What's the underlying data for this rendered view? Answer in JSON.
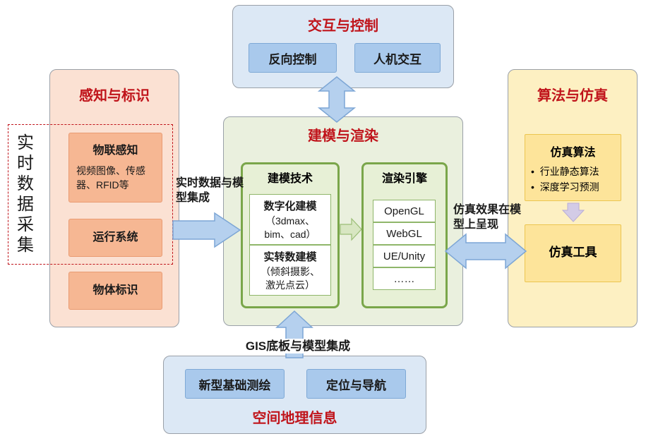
{
  "interaction": {
    "title": "交互与控制",
    "items": [
      "反向控制",
      "人机交互"
    ]
  },
  "perception": {
    "title": "感知与标识",
    "iot_title": "物联感知",
    "iot_desc": "视频图像、传感器、RFID等",
    "ops": "运行系统",
    "object_id": "物体标识"
  },
  "realtime_label": "实时数据采集",
  "modeling": {
    "title": "建模与渲染",
    "tech_title": "建模技术",
    "digital_title": "数字化建模",
    "digital_desc": "（3dmax、bim、cad）",
    "scan_title": "实转数建模",
    "scan_desc": "（倾斜摄影、激光点云）",
    "engine_title": "渲染引擎",
    "engines": [
      "OpenGL",
      "WebGL",
      "UE/Unity",
      "……"
    ]
  },
  "algo": {
    "title": "算法与仿真",
    "sim_algo_title": "仿真算法",
    "sim_algo_items": [
      "行业静态算法",
      "深度学习预测"
    ],
    "sim_tool": "仿真工具"
  },
  "geo": {
    "title": "空间地理信息",
    "items": [
      "新型基础测绘",
      "定位与导航"
    ]
  },
  "arrows": {
    "left_label": "实时数据与模型集成",
    "right_label": "仿真效果在模型上呈现",
    "bottom_label": "GIS底板与模型集成"
  },
  "colors": {
    "title_red": "#c0141b",
    "blue_panel": "#dce8f5",
    "orange_panel": "#fbe1d3",
    "green_panel": "#eaf0de",
    "yellow_panel": "#fdf0c2"
  }
}
